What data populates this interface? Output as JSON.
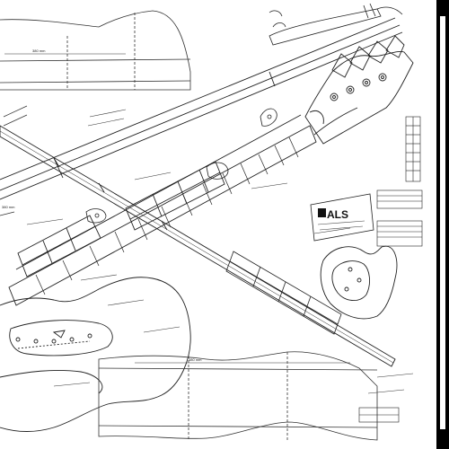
{
  "dimensions": {
    "top_body_width": "380 mm",
    "bottom_body_width": "380 mm",
    "left_body_width": "380 mm"
  },
  "logo": {
    "text": "ALS"
  },
  "colors": {
    "line": "#222222",
    "background": "#ffffff",
    "frame": "#000000"
  }
}
